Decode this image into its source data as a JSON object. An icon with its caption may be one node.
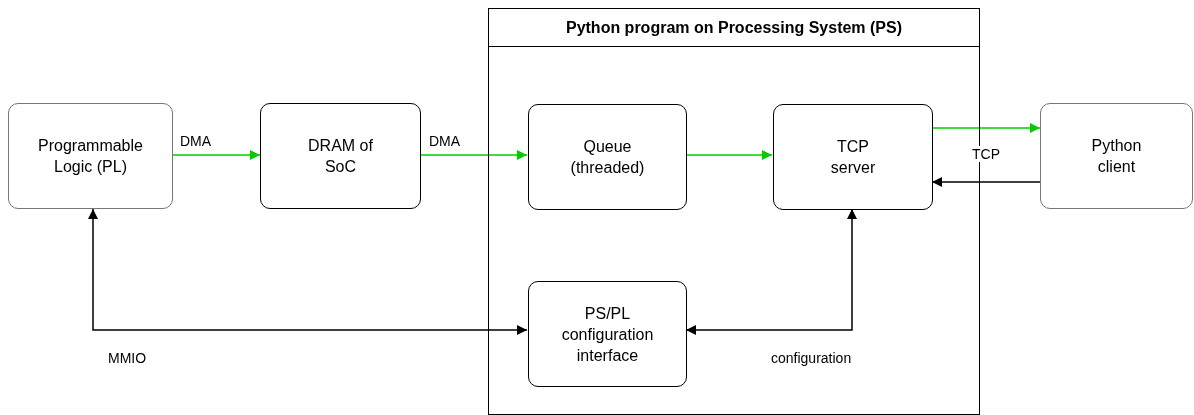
{
  "diagram": {
    "nodes": [
      {
        "text": [
          "Python program on Processing System (PS)"
        ]
      },
      {
        "text": [
          "Programmable Logic (PL)"
        ]
      },
      {
        "text": [
          "DRAM of SoC"
        ]
      },
      {
        "text": [
          "Queue (threaded)"
        ],
        "in": 0
      },
      {
        "text": [
          "TCP server"
        ],
        "in": 0
      },
      {
        "text": [
          "Python client"
        ]
      },
      {
        "text": [
          "PS/PL configuration interface"
        ],
        "in": 0
      }
    ],
    "edges": [
      {
        "from": 1,
        "to": 2,
        "arrow": "to",
        "label": "DMA",
        "color": "#00cc00"
      },
      {
        "from": 2,
        "to": 3,
        "arrow": "to",
        "label": "DMA",
        "color": "#00cc00"
      },
      {
        "from": 3,
        "to": 4,
        "arrow": "to",
        "color": "#00cc00"
      },
      {
        "from": 4,
        "to": 5,
        "arrow": "to",
        "color": "#00cc00"
      },
      {
        "from": 5,
        "to": 4,
        "arrow": "to",
        "label": "TCP",
        "color": "#000000"
      },
      {
        "from": 1,
        "to": 6,
        "arrow": "both",
        "label": "MMIO",
        "color": "#000000"
      },
      {
        "from": 6,
        "to": 4,
        "arrow": "both",
        "label": "configuration",
        "color": "#000000"
      }
    ]
  }
}
